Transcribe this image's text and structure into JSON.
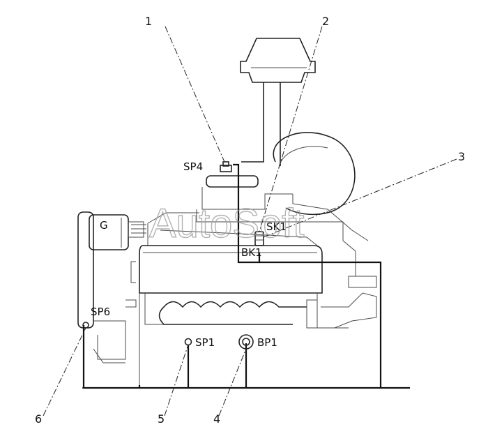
{
  "watermark": "AutoSoft",
  "callouts": [
    "1",
    "2",
    "3",
    "4",
    "5",
    "6"
  ],
  "sensor_labels": {
    "sp4": "SP4",
    "sk1": "SK1",
    "bk1": "BK1",
    "sp6": "SP6",
    "sp1": "SP1",
    "bp1": "BP1"
  },
  "generator_letter": "G",
  "colors": {
    "line": "#222222",
    "watermark": "#9a9a9a",
    "background": "#ffffff"
  }
}
